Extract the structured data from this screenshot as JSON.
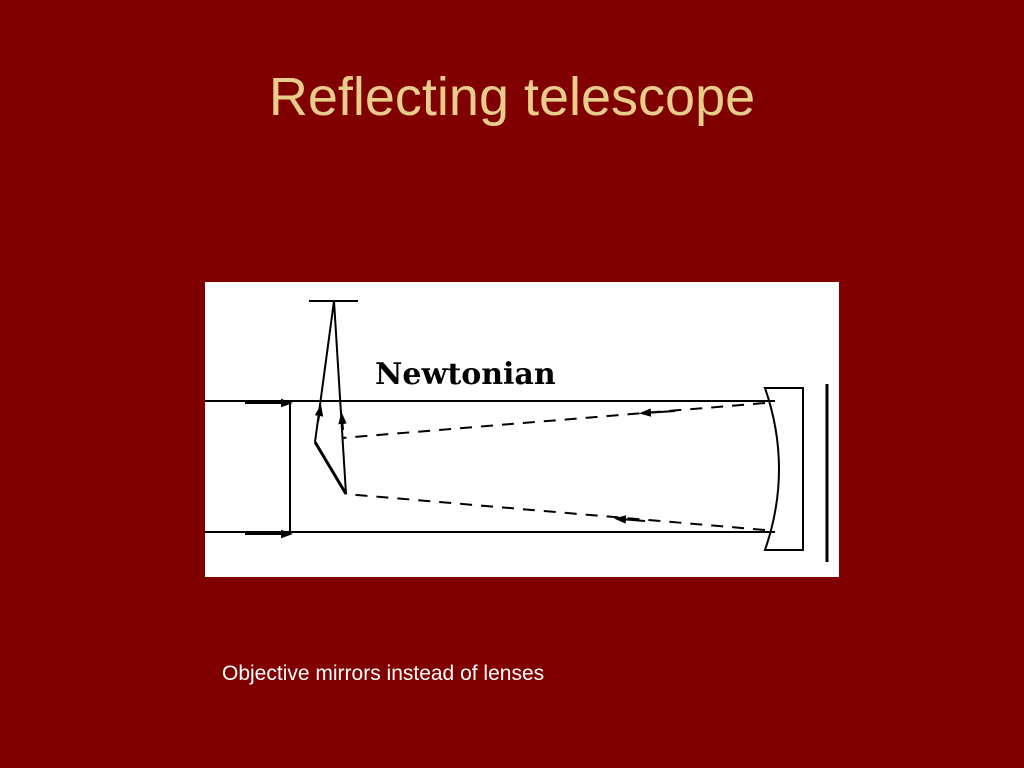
{
  "slide": {
    "title": "Reflecting telescope",
    "caption": "Objective mirrors instead of lenses"
  },
  "diagram": {
    "label": "Newtonian"
  },
  "colors": {
    "background": "#800000",
    "title": "#e8cc8a",
    "caption": "#ffffff",
    "diagram_background": "#ffffff",
    "diagram_lines": "#000000"
  }
}
